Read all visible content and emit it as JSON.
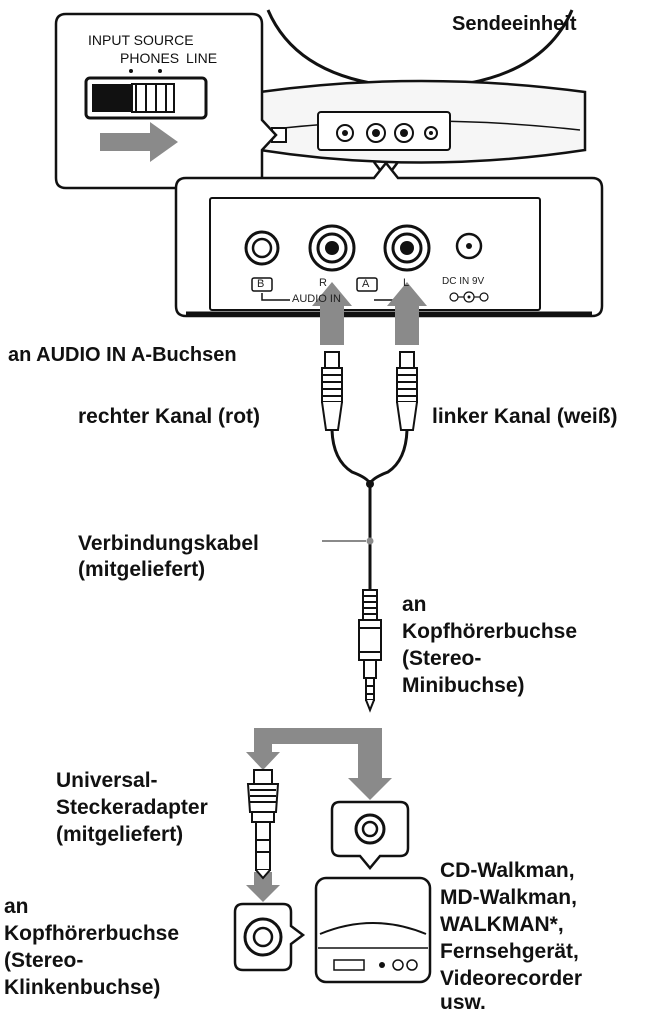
{
  "title": "Sendeeinheit",
  "switch_panel": {
    "input_source": "INPUT SOURCE",
    "phones": "PHONES",
    "line": "LINE"
  },
  "jack_panel": {
    "jack_b": "B",
    "jack_r": "R",
    "jack_a": "A",
    "jack_l": "L",
    "audio_in": "AUDIO IN",
    "dc_in": "DC IN 9V"
  },
  "labels": {
    "audio_in_a": "an AUDIO IN A-Buchsen",
    "right_channel": "rechter Kanal (rot)",
    "left_channel": "linker Kanal (weiß)",
    "cable_line1": "Verbindungskabel",
    "cable_line2": "(mitgeliefert)",
    "mini_jack": [
      "an",
      "Kopfhörerbuchse",
      "(Stereo-",
      "Minibuchse)"
    ],
    "adapter": [
      "Universal-",
      "Steckeradapter",
      "(mitgeliefert)"
    ],
    "phone_jack": [
      "an",
      "Kopfhörerbuchse",
      "(Stereo-",
      "Klinkenbuchse)"
    ],
    "devices": [
      "CD-Walkman,",
      "MD-Walkman,",
      "WALKMAN*,",
      "Fernsehgerät,",
      "Videorecorder",
      "usw."
    ]
  },
  "colors": {
    "line": "#111111",
    "arrow": "#8a8a8a",
    "panel": "#ffffff"
  }
}
